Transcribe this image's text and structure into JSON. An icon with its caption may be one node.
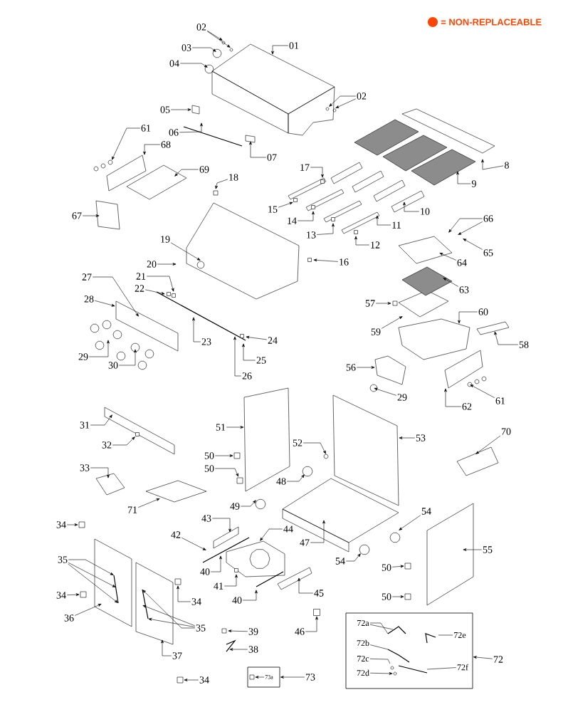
{
  "diagram": {
    "nodes": [
      {
        "text": [
          "01"
        ]
      },
      {
        "text": [
          "02"
        ]
      },
      {
        "text": [
          "03"
        ]
      },
      {
        "text": [
          "04"
        ]
      },
      {
        "text": [
          "02"
        ]
      },
      {
        "text": [
          "05"
        ]
      },
      {
        "text": [
          "06"
        ]
      },
      {
        "text": [
          "61"
        ]
      },
      {
        "text": [
          "68"
        ]
      },
      {
        "text": [
          "07"
        ]
      },
      {
        "text": [
          "17"
        ]
      },
      {
        "text": [
          "8"
        ]
      },
      {
        "text": [
          "69"
        ]
      },
      {
        "text": [
          "18"
        ]
      },
      {
        "text": [
          "9"
        ]
      },
      {
        "text": [
          "15"
        ]
      },
      {
        "text": [
          "10"
        ]
      },
      {
        "text": [
          "67"
        ]
      },
      {
        "text": [
          "66"
        ]
      },
      {
        "text": [
          "14"
        ]
      },
      {
        "text": [
          "11"
        ]
      },
      {
        "text": [
          "13"
        ]
      },
      {
        "text": [
          "12"
        ]
      },
      {
        "text": [
          "19"
        ]
      },
      {
        "text": [
          "65"
        ]
      },
      {
        "text": [
          "16"
        ]
      },
      {
        "text": [
          "64"
        ]
      },
      {
        "text": [
          "20"
        ]
      },
      {
        "text": [
          "27"
        ]
      },
      {
        "text": [
          "21"
        ]
      },
      {
        "text": [
          "63"
        ]
      },
      {
        "text": [
          "22"
        ]
      },
      {
        "text": [
          "28"
        ]
      },
      {
        "text": [
          "57"
        ]
      },
      {
        "text": [
          "60"
        ]
      },
      {
        "text": [
          "59"
        ]
      },
      {
        "text": [
          "23"
        ]
      },
      {
        "text": [
          "24"
        ]
      },
      {
        "text": [
          "58"
        ]
      },
      {
        "text": [
          "29"
        ]
      },
      {
        "text": [
          "25"
        ]
      },
      {
        "text": [
          "30"
        ]
      },
      {
        "text": [
          "56"
        ]
      },
      {
        "text": [
          "26"
        ]
      },
      {
        "text": [
          "29"
        ]
      },
      {
        "text": [
          "61"
        ]
      },
      {
        "text": [
          "62"
        ]
      },
      {
        "text": [
          "31"
        ]
      },
      {
        "text": [
          "51"
        ]
      },
      {
        "text": [
          "70"
        ]
      },
      {
        "text": [
          "53"
        ]
      },
      {
        "text": [
          "52"
        ]
      },
      {
        "text": [
          "32"
        ]
      },
      {
        "text": [
          "50"
        ]
      },
      {
        "text": [
          "33"
        ]
      },
      {
        "text": [
          "50"
        ]
      },
      {
        "text": [
          "48"
        ]
      },
      {
        "text": [
          "49"
        ]
      },
      {
        "text": [
          "71"
        ]
      },
      {
        "text": [
          "54"
        ]
      },
      {
        "text": [
          "43"
        ]
      },
      {
        "text": [
          "34"
        ]
      },
      {
        "text": [
          "44"
        ]
      },
      {
        "text": [
          "42"
        ]
      },
      {
        "text": [
          "47"
        ]
      },
      {
        "text": [
          "55"
        ]
      },
      {
        "text": [
          "35"
        ]
      },
      {
        "text": [
          "54"
        ]
      },
      {
        "text": [
          "50"
        ]
      },
      {
        "text": [
          "40"
        ]
      },
      {
        "text": [
          "41"
        ]
      },
      {
        "text": [
          "45"
        ]
      },
      {
        "text": [
          "34"
        ]
      },
      {
        "text": [
          "40"
        ]
      },
      {
        "text": [
          "50"
        ]
      },
      {
        "text": [
          "34"
        ]
      },
      {
        "text": [
          "36"
        ]
      },
      {
        "text": [
          "35"
        ]
      },
      {
        "text": [
          "39"
        ]
      },
      {
        "text": [
          "46"
        ]
      },
      {
        "text": [],
        "shape": "box"
      },
      {
        "text": [
          "72a"
        ],
        "in": 80
      },
      {
        "text": [
          "72e"
        ],
        "in": 80
      },
      {
        "text": [
          "72b"
        ],
        "in": 80
      },
      {
        "text": [
          "72c"
        ],
        "in": 80
      },
      {
        "text": [
          "72"
        ]
      },
      {
        "text": [
          "72f"
        ],
        "in": 80
      },
      {
        "text": [
          "72d"
        ],
        "in": 80
      },
      {
        "text": [
          "38"
        ]
      },
      {
        "text": [
          "37"
        ]
      },
      {
        "text": [],
        "shape": "box"
      },
      {
        "text": [
          "73a"
        ],
        "in": 90
      },
      {
        "text": [
          "73"
        ]
      },
      {
        "text": [
          "34"
        ]
      }
    ],
    "edges": [
      {
        "from": 0,
        "to": null,
        "arrow": "to"
      },
      {
        "from": 1,
        "to": null,
        "arrow": "to"
      },
      {
        "from": 1,
        "to": null,
        "arrow": "to"
      },
      {
        "from": 2,
        "to": null,
        "arrow": "to"
      },
      {
        "from": 3,
        "to": null,
        "arrow": "to"
      },
      {
        "from": 4,
        "to": null,
        "arrow": "to"
      },
      {
        "from": 4,
        "to": null,
        "arrow": "to"
      },
      {
        "from": 5,
        "to": null,
        "arrow": "to"
      },
      {
        "from": 6,
        "to": null,
        "arrow": "to"
      },
      {
        "from": 7,
        "to": null,
        "arrow": "to"
      },
      {
        "from": 8,
        "to": null,
        "arrow": "to"
      },
      {
        "from": 9,
        "to": null,
        "arrow": "to"
      },
      {
        "from": 10,
        "to": null,
        "arrow": "to"
      },
      {
        "from": 11,
        "to": null,
        "arrow": "to"
      },
      {
        "from": 12,
        "to": null,
        "arrow": "to"
      },
      {
        "from": 13,
        "to": null,
        "arrow": "to"
      },
      {
        "from": 14,
        "to": null,
        "arrow": "to"
      },
      {
        "from": 15,
        "to": null,
        "arrow": "to"
      },
      {
        "from": 16,
        "to": null,
        "arrow": "to"
      },
      {
        "from": 17,
        "to": null,
        "arrow": "to"
      },
      {
        "from": 18,
        "to": null,
        "arrow": "to"
      },
      {
        "from": 18,
        "to": null,
        "arrow": "to"
      },
      {
        "from": 19,
        "to": null,
        "arrow": "to"
      },
      {
        "from": 20,
        "to": null,
        "arrow": "to"
      },
      {
        "from": 21,
        "to": null,
        "arrow": "to"
      },
      {
        "from": 22,
        "to": null,
        "arrow": "to"
      },
      {
        "from": 23,
        "to": null,
        "arrow": "to"
      },
      {
        "from": 24,
        "to": null,
        "arrow": "to"
      },
      {
        "from": 25,
        "to": null,
        "arrow": "to"
      },
      {
        "from": 26,
        "to": null,
        "arrow": "to"
      },
      {
        "from": 27,
        "to": null,
        "arrow": "to"
      },
      {
        "from": 28,
        "to": null,
        "arrow": "to"
      },
      {
        "from": 29,
        "to": null,
        "arrow": "to"
      },
      {
        "from": 30,
        "to": null,
        "arrow": "to"
      },
      {
        "from": 31,
        "to": null,
        "arrow": "to"
      },
      {
        "from": 32,
        "to": null,
        "arrow": "to"
      },
      {
        "from": 33,
        "to": null,
        "arrow": "to"
      },
      {
        "from": 34,
        "to": null,
        "arrow": "to"
      },
      {
        "from": 35,
        "to": null,
        "arrow": "to"
      },
      {
        "from": 36,
        "to": null,
        "arrow": "to"
      },
      {
        "from": 37,
        "to": null,
        "arrow": "to"
      },
      {
        "from": 38,
        "to": null,
        "arrow": "to"
      },
      {
        "from": 39,
        "to": null,
        "arrow": "to"
      },
      {
        "from": 40,
        "to": null,
        "arrow": "to"
      },
      {
        "from": 41,
        "to": null,
        "arrow": "to"
      },
      {
        "from": 42,
        "to": null,
        "arrow": "to"
      },
      {
        "from": 43,
        "to": null,
        "arrow": "to"
      },
      {
        "from": 44,
        "to": null,
        "arrow": "to"
      },
      {
        "from": 45,
        "to": null,
        "arrow": "to"
      },
      {
        "from": 46,
        "to": null,
        "arrow": "to"
      },
      {
        "from": 47,
        "to": null,
        "arrow": "to"
      },
      {
        "from": 48,
        "to": null,
        "arrow": "to"
      },
      {
        "from": 49,
        "to": null,
        "arrow": "to"
      },
      {
        "from": 50,
        "to": null,
        "arrow": "to"
      },
      {
        "from": 51,
        "to": null,
        "arrow": "to"
      },
      {
        "from": 52,
        "to": null,
        "arrow": "to"
      },
      {
        "from": 53,
        "to": null,
        "arrow": "to"
      },
      {
        "from": 54,
        "to": null,
        "arrow": "to"
      },
      {
        "from": 55,
        "to": null,
        "arrow": "to"
      },
      {
        "from": 56,
        "to": null,
        "arrow": "to"
      },
      {
        "from": 57,
        "to": null,
        "arrow": "to"
      },
      {
        "from": 58,
        "to": null,
        "arrow": "to"
      },
      {
        "from": 59,
        "to": null,
        "arrow": "to"
      },
      {
        "from": 60,
        "to": null,
        "arrow": "to"
      },
      {
        "from": 61,
        "to": null,
        "arrow": "to"
      },
      {
        "from": 62,
        "to": null,
        "arrow": "to"
      },
      {
        "from": 63,
        "to": null,
        "arrow": "to"
      },
      {
        "from": 64,
        "to": null,
        "arrow": "to"
      },
      {
        "from": 65,
        "to": null,
        "arrow": "to"
      },
      {
        "from": 66,
        "to": null,
        "arrow": "to"
      },
      {
        "from": 66,
        "to": null,
        "arrow": "to"
      },
      {
        "from": 66,
        "to": null,
        "arrow": "to"
      },
      {
        "from": 67,
        "to": null,
        "arrow": "to"
      },
      {
        "from": 68,
        "to": null,
        "arrow": "to"
      },
      {
        "from": 69,
        "to": null,
        "arrow": "to"
      },
      {
        "from": 70,
        "to": null,
        "arrow": "to"
      },
      {
        "from": 71,
        "to": null,
        "arrow": "to"
      },
      {
        "from": 72,
        "to": null,
        "arrow": "to"
      },
      {
        "from": 73,
        "to": null,
        "arrow": "to"
      },
      {
        "from": 74,
        "to": null,
        "arrow": "to"
      },
      {
        "from": 75,
        "to": null,
        "arrow": "to"
      },
      {
        "from": 76,
        "to": null,
        "arrow": "to"
      },
      {
        "from": 77,
        "to": null,
        "arrow": "to"
      },
      {
        "from": 77,
        "to": null,
        "arrow": "to"
      },
      {
        "from": 77,
        "to": null,
        "arrow": "to"
      },
      {
        "from": 78,
        "to": null,
        "arrow": "to"
      },
      {
        "from": 79,
        "to": null,
        "arrow": "to"
      },
      {
        "from": 81,
        "to": null,
        "arrow": "none"
      },
      {
        "from": 81,
        "to": null,
        "arrow": "none"
      },
      {
        "from": 82,
        "to": null,
        "arrow": "none"
      },
      {
        "from": 83,
        "to": null,
        "arrow": "none"
      },
      {
        "from": 84,
        "to": null,
        "arrow": "none"
      },
      {
        "from": 85,
        "to": 80,
        "arrow": "to"
      },
      {
        "from": 86,
        "to": null,
        "arrow": "none"
      },
      {
        "from": 87,
        "to": null,
        "arrow": "to"
      },
      {
        "from": 88,
        "to": null,
        "arrow": "to"
      },
      {
        "from": 89,
        "to": null,
        "arrow": "to"
      },
      {
        "from": 91,
        "to": null,
        "arrow": "to"
      },
      {
        "from": 92,
        "to": 90,
        "arrow": "to"
      },
      {
        "from": 93,
        "to": null,
        "arrow": "to"
      }
    ],
    "legend": [
      {
        "text": "= NON-REPLACEABLE",
        "color": "#ff4500"
      }
    ]
  }
}
